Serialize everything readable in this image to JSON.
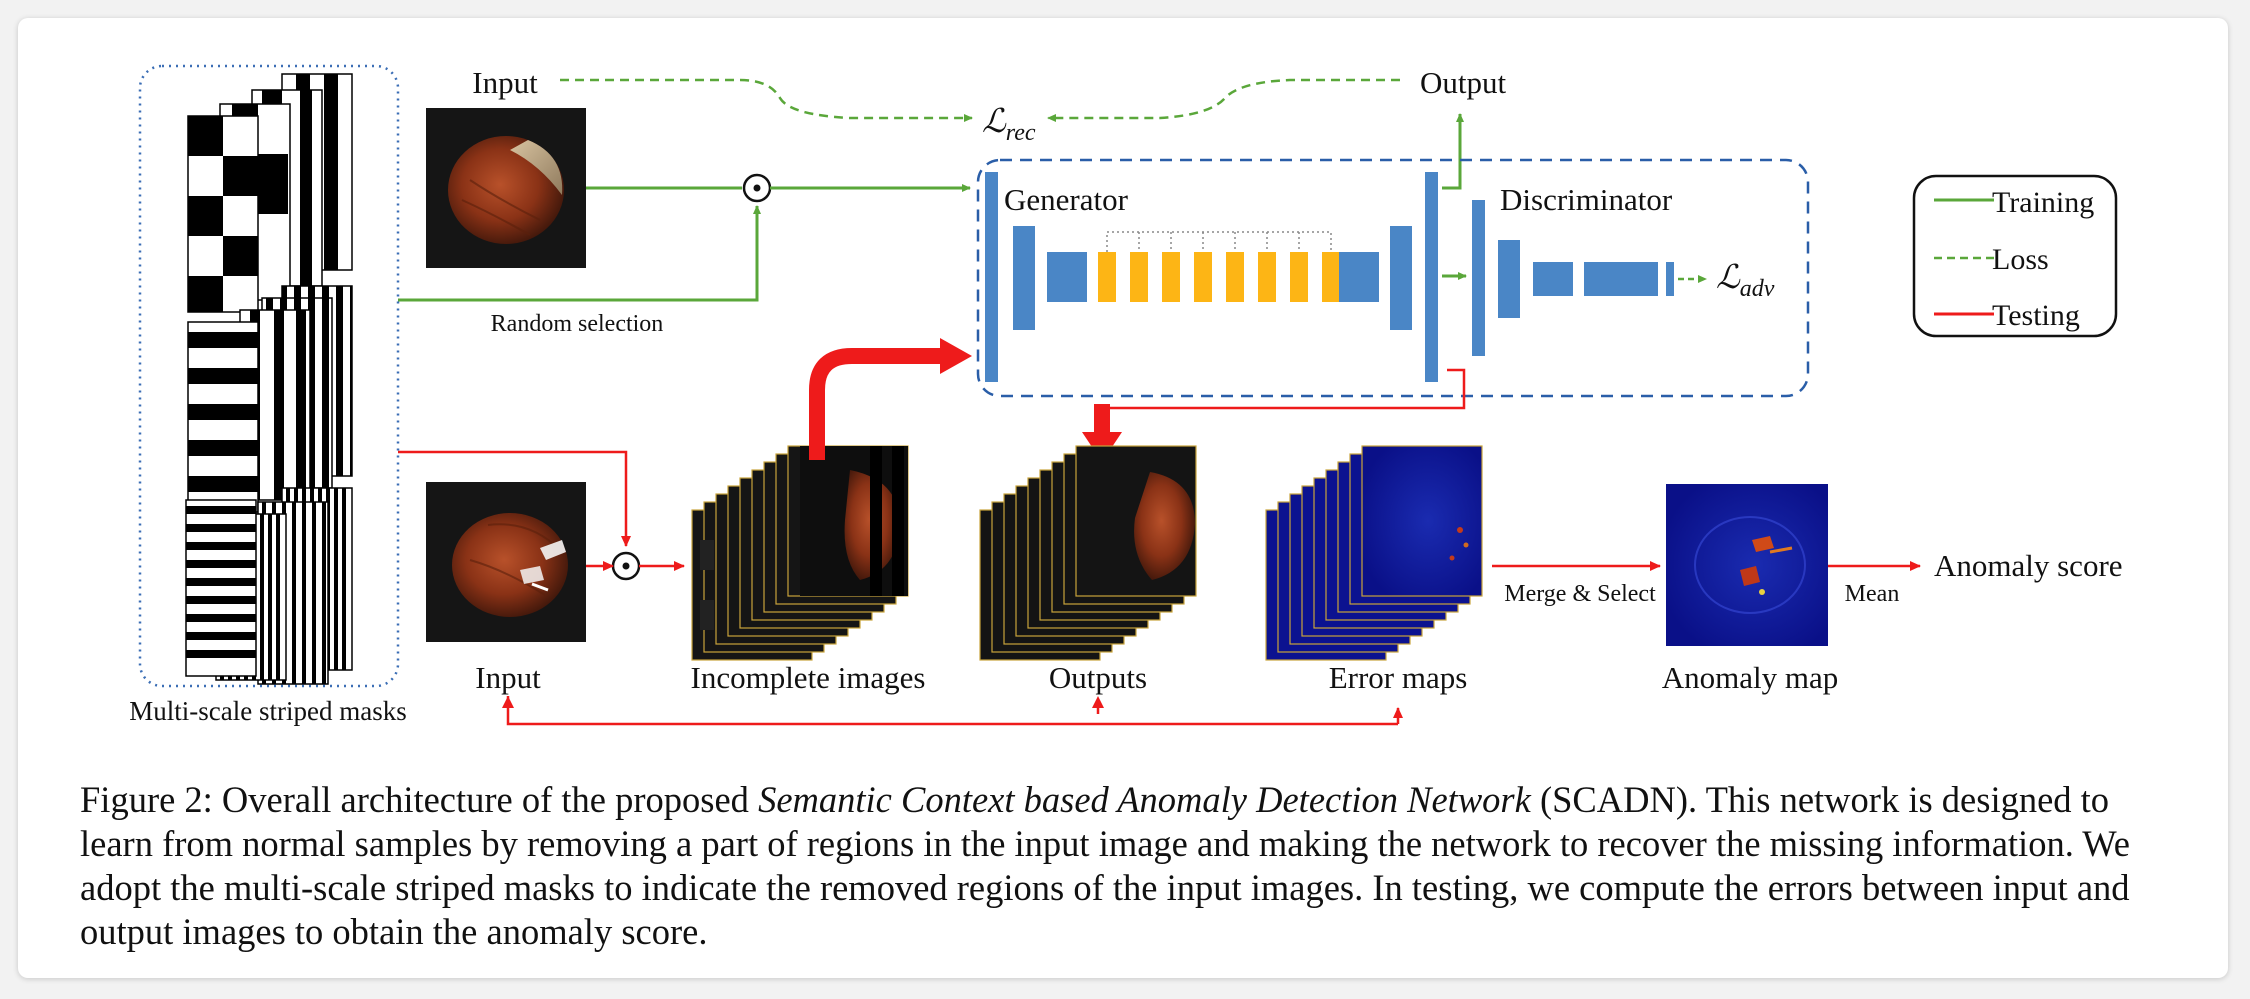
{
  "labels": {
    "input_top": "Input",
    "output_top": "Output",
    "loss_rec": "ℒ",
    "loss_rec_sub": "rec",
    "loss_adv": "ℒ",
    "loss_adv_sub": "adv",
    "generator": "Generator",
    "discriminator": "Discriminator",
    "random_selection": "Random selection",
    "masks": "Multi-scale striped masks",
    "input_bottom": "Input",
    "incomplete": "Incomplete images",
    "outputs": "Outputs",
    "error_maps": "Error maps",
    "merge_select": "Merge & Select",
    "anomaly_map": "Anomaly map",
    "mean": "Mean",
    "anomaly_score": "Anomaly score",
    "odot": "⊙"
  },
  "legend": {
    "training": "Training",
    "loss": "Loss",
    "testing": "Testing"
  },
  "colors": {
    "green": "#5aa73a",
    "red": "#ee1b1b",
    "blue_dash": "#2a5ea8",
    "dotted_box": "#3b6eb5",
    "layer_blue": "#4a86c6",
    "layer_orange": "#fdb515"
  },
  "caption": {
    "prefix": "Figure 2: Overall architecture of the proposed ",
    "emph": "Semantic Context based Anomaly Detection Network",
    "suffix": " (SCADN). This network is designed to learn from normal samples by removing a part of regions in the input image and making the network to recover the missing information. We adopt the multi-scale striped masks to indicate the removed regions of the input images. In testing, we compute the errors between input and output images to obtain the anomaly score."
  }
}
